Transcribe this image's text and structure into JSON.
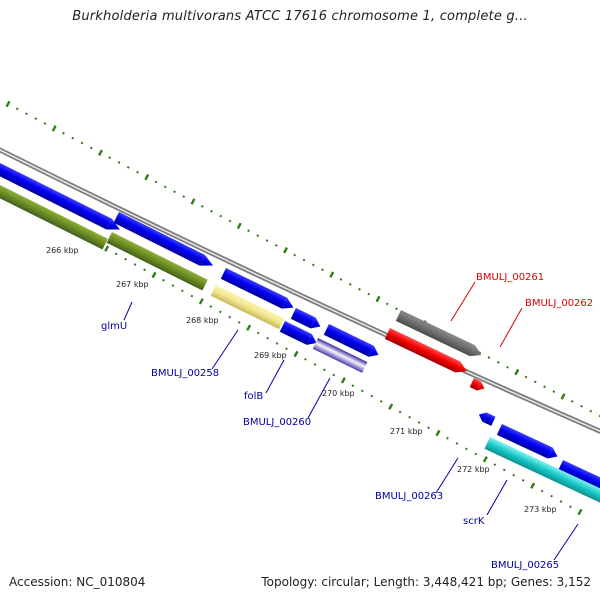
{
  "title": "Burkholderia multivorans ATCC 17616 chromosome 1, complete g...",
  "footer": {
    "accession": "Accession: NC_010804",
    "summary": "Topology: circular; Length: 3,448,421 bp; Genes: 3,152"
  },
  "colors": {
    "backbone": "#8c8c8c",
    "tick": "#2e7d16",
    "label_blue": "#00009e",
    "label_red": "#e00000",
    "gene_blue": "#0000f0",
    "gene_olive": "#6b8a22",
    "gene_khaki": "#f0e68c",
    "gene_purple": "#6a5acd",
    "gene_gray": "#6e6e6e",
    "gene_red": "#f00000",
    "gene_cyan": "#18c8c8"
  },
  "kbp_labels": [
    "266 kbp",
    "267 kbp",
    "268 kbp",
    "269 kbp",
    "270 kbp",
    "271 kbp",
    "272 kbp",
    "273 kbp"
  ],
  "gene_labels": [
    {
      "text": "glmU",
      "color": "blue"
    },
    {
      "text": "BMULJ_00258",
      "color": "blue"
    },
    {
      "text": "folB",
      "color": "blue"
    },
    {
      "text": "BMULJ_00260",
      "color": "blue"
    },
    {
      "text": "BMULJ_00261",
      "color": "red"
    },
    {
      "text": "BMULJ_00262",
      "color": "red"
    },
    {
      "text": "BMULJ_00263",
      "color": "blue"
    },
    {
      "text": "scrK",
      "color": "blue"
    },
    {
      "text": "BMULJ_00265",
      "color": "blue"
    }
  ]
}
